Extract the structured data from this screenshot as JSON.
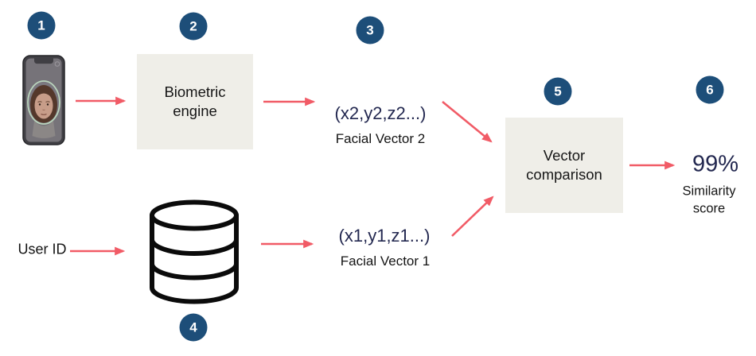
{
  "badges": [
    "1",
    "2",
    "3",
    "4",
    "5",
    "6"
  ],
  "nodes": {
    "biometric_engine_label": "Biometric engine",
    "vector_comparison_label": "Vector comparison",
    "user_id_label": "User ID",
    "vector2_value": "(x2,y2,z2...)",
    "vector2_label": "Facial Vector 2",
    "vector1_value": "(x1,y1,z1...)",
    "vector1_label": "Facial Vector 1",
    "result_value": "99%",
    "result_label": "Similarity score"
  },
  "icons": {
    "phone": "phone-face-scan-icon",
    "database": "database-icon"
  },
  "colors": {
    "badge_navy": "#1d4e79",
    "arrow_red": "#f15b66",
    "navy_text": "#232850",
    "box_background": "#efeee8"
  }
}
